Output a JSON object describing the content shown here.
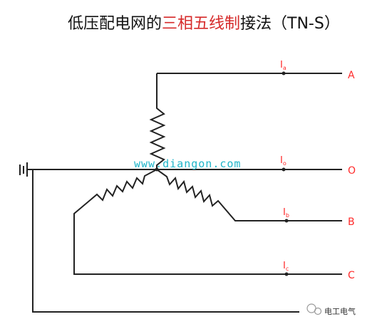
{
  "title": {
    "prefix": "低压配电网的",
    "highlight": "三相五线制",
    "suffix": "接法（TN-S）"
  },
  "lines": [
    {
      "name": "A",
      "current_label": "I",
      "current_sub": "a"
    },
    {
      "name": "O",
      "current_label": "I",
      "current_sub": "o"
    },
    {
      "name": "B",
      "current_label": "I",
      "current_sub": "b"
    },
    {
      "name": "C",
      "current_label": "I",
      "current_sub": "c"
    }
  ],
  "watermark": "www.diangon.com",
  "footer": {
    "logo_text": "电工电气"
  },
  "colors": {
    "title": "#111111",
    "title_highlight": "#d62a2a",
    "current_label": "#ff2a2a",
    "watermark": "#1fb5c9",
    "wire": "#222222"
  }
}
